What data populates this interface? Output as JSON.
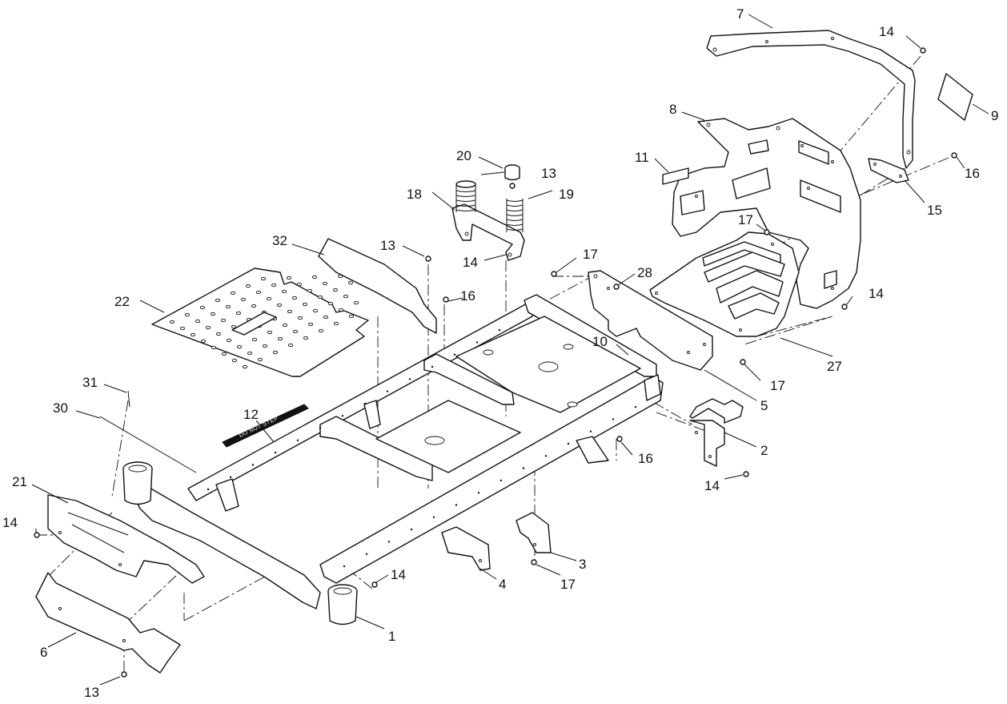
{
  "diagram": {
    "callouts": [
      {
        "id": "c1",
        "label": "1"
      },
      {
        "id": "c2",
        "label": "2"
      },
      {
        "id": "c3",
        "label": "3"
      },
      {
        "id": "c4",
        "label": "4"
      },
      {
        "id": "c5",
        "label": "5"
      },
      {
        "id": "c6",
        "label": "6"
      },
      {
        "id": "c7",
        "label": "7"
      },
      {
        "id": "c8",
        "label": "8"
      },
      {
        "id": "c9",
        "label": "9"
      },
      {
        "id": "c10",
        "label": "10"
      },
      {
        "id": "c11",
        "label": "11"
      },
      {
        "id": "c12",
        "label": "12"
      },
      {
        "id": "c13a",
        "label": "13"
      },
      {
        "id": "c13b",
        "label": "13"
      },
      {
        "id": "c13c",
        "label": "13"
      },
      {
        "id": "c14a",
        "label": "14"
      },
      {
        "id": "c14b",
        "label": "14"
      },
      {
        "id": "c14c",
        "label": "14"
      },
      {
        "id": "c14d",
        "label": "14"
      },
      {
        "id": "c14e",
        "label": "14"
      },
      {
        "id": "c14f",
        "label": "14"
      },
      {
        "id": "c15",
        "label": "15"
      },
      {
        "id": "c16a",
        "label": "16"
      },
      {
        "id": "c16b",
        "label": "16"
      },
      {
        "id": "c16c",
        "label": "16"
      },
      {
        "id": "c17a",
        "label": "17"
      },
      {
        "id": "c17b",
        "label": "17"
      },
      {
        "id": "c17c",
        "label": "17"
      },
      {
        "id": "c17d",
        "label": "17"
      },
      {
        "id": "c18",
        "label": "18"
      },
      {
        "id": "c19",
        "label": "19"
      },
      {
        "id": "c20",
        "label": "20"
      },
      {
        "id": "c21",
        "label": "21"
      },
      {
        "id": "c22",
        "label": "22"
      },
      {
        "id": "c27",
        "label": "27"
      },
      {
        "id": "c28",
        "label": "28"
      },
      {
        "id": "c30",
        "label": "30"
      },
      {
        "id": "c31",
        "label": "31"
      },
      {
        "id": "c32",
        "label": "32"
      }
    ],
    "decal_text": "DO NOT STEP"
  }
}
